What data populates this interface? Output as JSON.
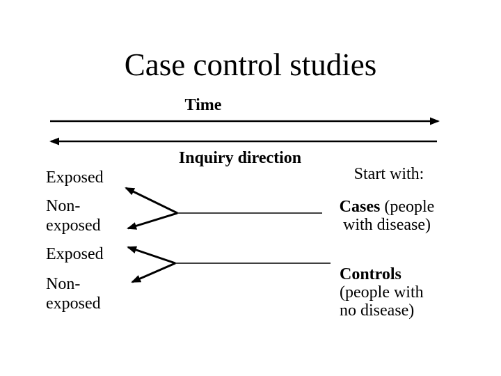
{
  "slide": {
    "title": "Case control studies",
    "background_color": "#ffffff",
    "text_color": "#000000",
    "line_color": "#000000"
  },
  "timeline": {
    "time_label": "Time",
    "time_arrow_direction": "right",
    "inquiry_label": "Inquiry direction",
    "inquiry_arrow_direction": "left"
  },
  "exposure_column": {
    "items": [
      {
        "line1": "Exposed"
      },
      {
        "line1": "Non-",
        "line2": "exposed"
      },
      {
        "line1": "Exposed"
      },
      {
        "line1": "Non-",
        "line2": "exposed"
      }
    ]
  },
  "start_column": {
    "heading": "Start with:",
    "cases": {
      "bold": "Cases",
      "after_bold": " (people",
      "line2": "with disease)"
    },
    "controls": {
      "bold": "Controls",
      "line2": "(people with",
      "line3": "no disease)"
    }
  }
}
